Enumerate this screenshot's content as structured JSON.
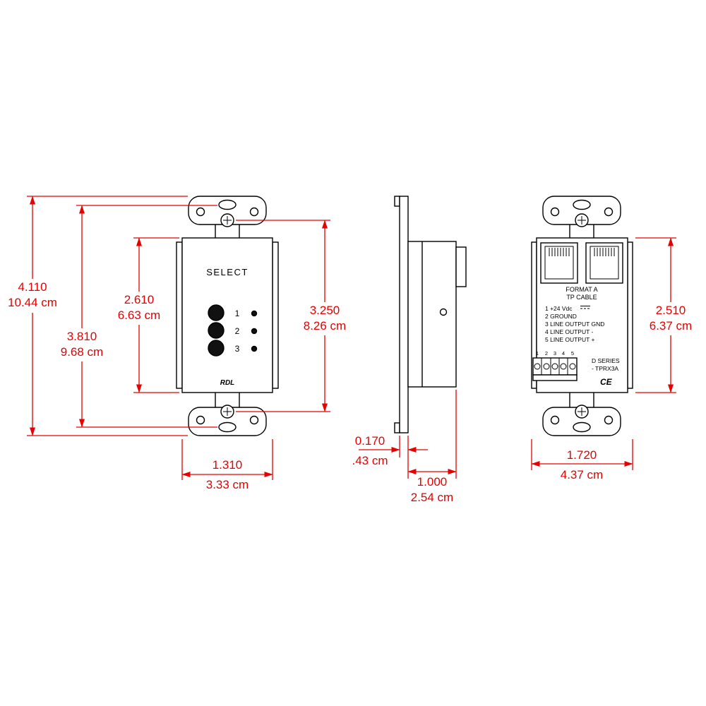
{
  "drawing": {
    "background": "#ffffff",
    "line_color": "#000000",
    "dimension_color": "#e60000"
  },
  "front_view": {
    "select_label": "SELECT",
    "button_labels": [
      "1",
      "2",
      "3"
    ],
    "brand": "RDL",
    "dims": {
      "overall_height_in": "4.110",
      "overall_height_cm": "10.44 cm",
      "slot_spacing_in": "3.810",
      "slot_spacing_cm": "9.68 cm",
      "face_height_in": "2.610",
      "face_height_cm": "6.63 cm",
      "screw_spacing_in": "3.250",
      "screw_spacing_cm": "8.26 cm",
      "width_in": "1.310",
      "width_cm": "3.33 cm"
    }
  },
  "side_view": {
    "dims": {
      "plate_thickness_in": "0.170",
      "plate_thickness_cm": ".43 cm",
      "depth_in": "1.000",
      "depth_cm": "2.54 cm"
    }
  },
  "rear_view": {
    "format_line1": "FORMAT A",
    "format_line2": "TP CABLE",
    "terminals": [
      "1  +24 Vdc",
      "2  GROUND",
      "3  LINE OUTPUT GND",
      "4  LINE OUTPUT -",
      "5  LINE OUTPUT +"
    ],
    "terminal_numbers": [
      "1",
      "2",
      "3",
      "4",
      "5"
    ],
    "series_line1": "D SERIES",
    "series_line2": "- TPRX3A",
    "ce_mark": "CE",
    "dims": {
      "body_height_in": "2.510",
      "body_height_cm": "6.37 cm",
      "width_in": "1.720",
      "width_cm": "4.37 cm"
    }
  }
}
